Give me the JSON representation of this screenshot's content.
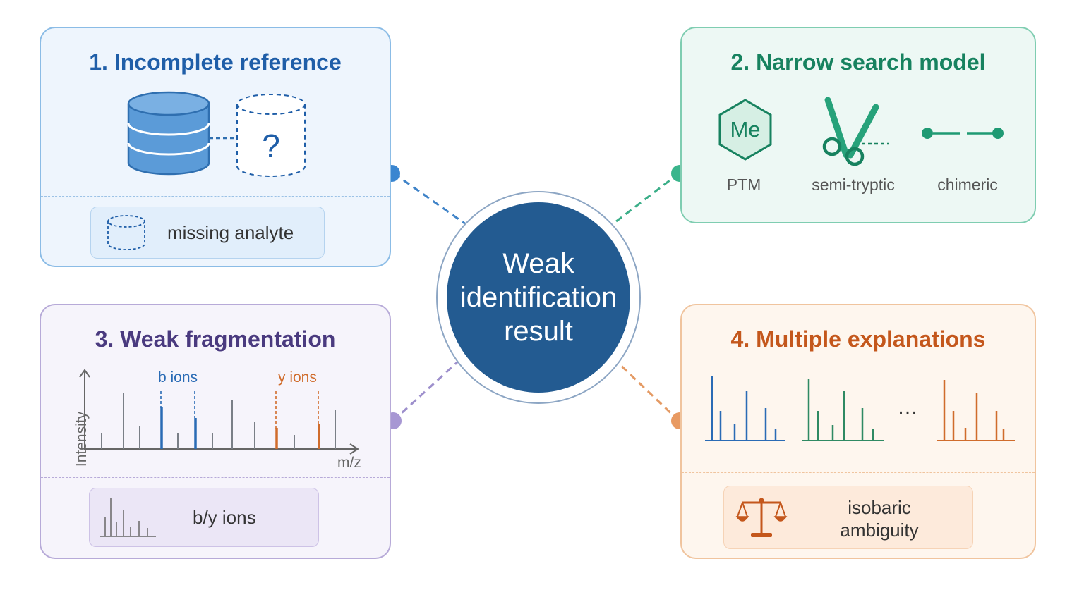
{
  "center": {
    "label": "Weak identification result"
  },
  "panels": {
    "p1": {
      "title": "1. Incomplete reference",
      "unknown_mark": "?",
      "chip": "missing analyte"
    },
    "p2": {
      "title": "2. Narrow search model",
      "hex_text": "Me",
      "items": [
        "PTM",
        "semi-tryptic",
        "chimeric"
      ]
    },
    "p3": {
      "title": "3. Weak fragmentation",
      "ylabel": "Intensity",
      "xlabel": "m/z",
      "b_label": "b ions",
      "y_label": "y ions",
      "chip": "b/y ions"
    },
    "p4": {
      "title": "4. Multiple explanations",
      "ellipsis": "…",
      "chip_line1": "isobaric",
      "chip_line2": "ambiguity"
    }
  },
  "colors": {
    "blue": "#1f5ea8",
    "teal": "#17825f",
    "purple": "#4a3a7f",
    "orange": "#c4571c",
    "center": "#235b91",
    "spectrum_gray": "#7a7f87",
    "spectrum_blue": "#2a6bb5",
    "spectrum_green": "#2f8a63",
    "spectrum_orange": "#d06c2c"
  }
}
